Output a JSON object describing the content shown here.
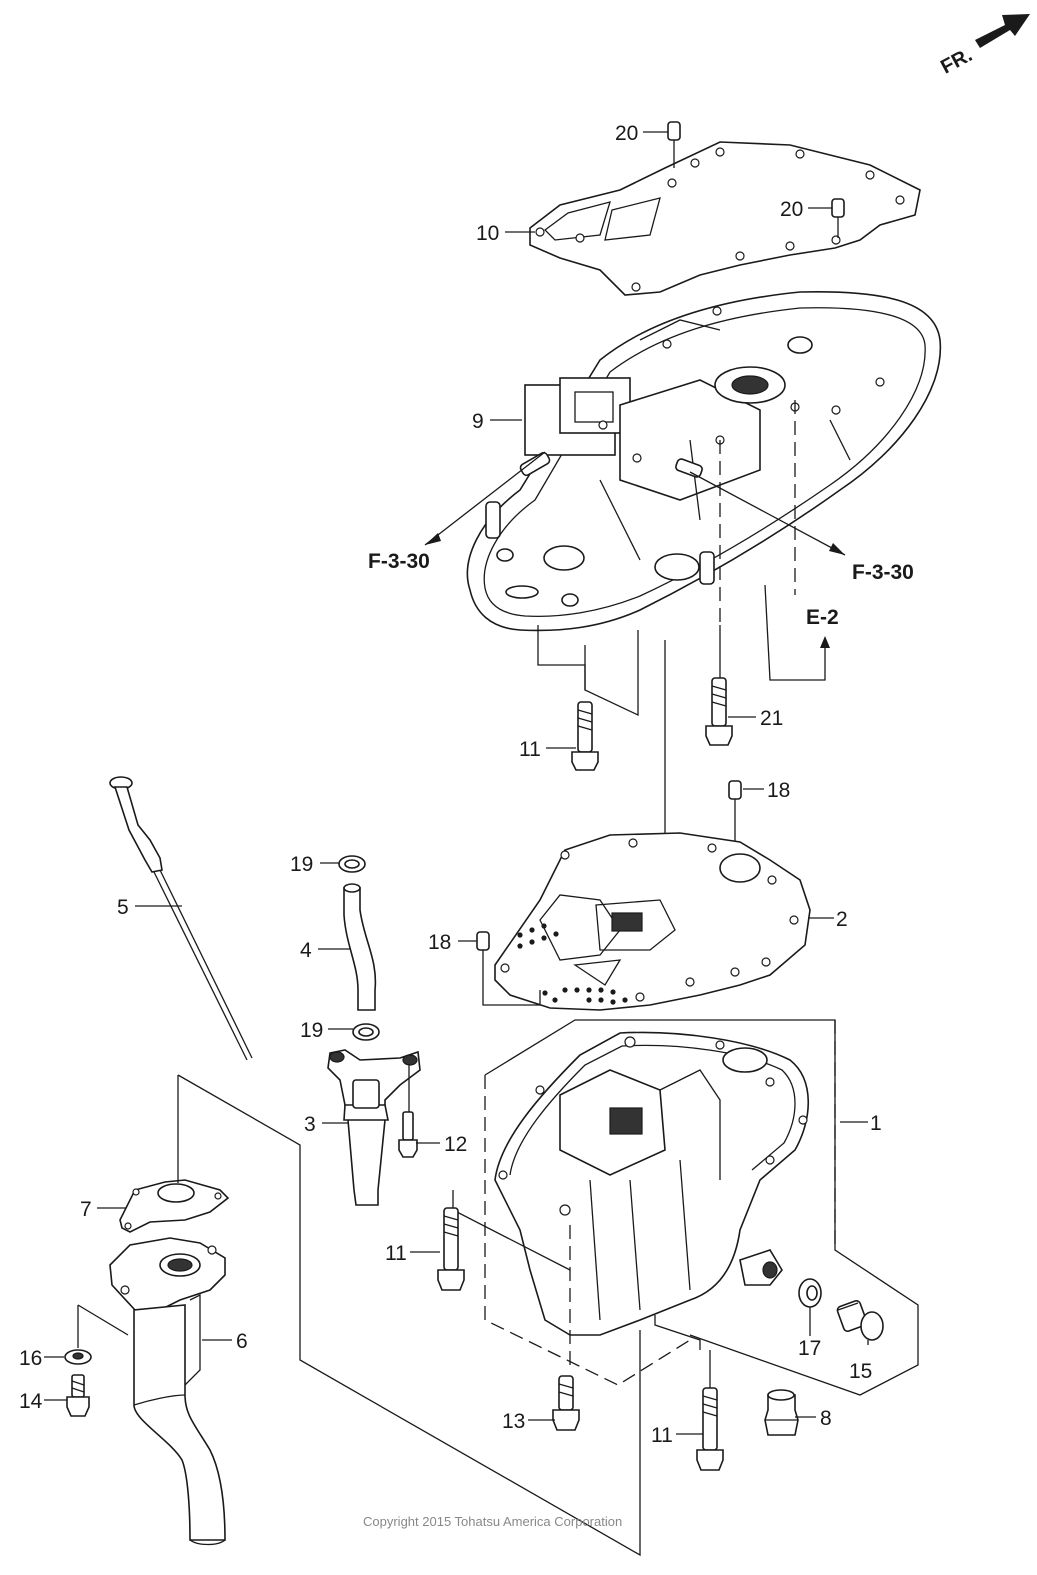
{
  "direction_label": "FR.",
  "references": {
    "f330_left": "F-3-30",
    "f330_right": "F-3-30",
    "e2": "E-2"
  },
  "callouts": {
    "c1": "1",
    "c2": "2",
    "c3": "3",
    "c4": "4",
    "c5": "5",
    "c6": "6",
    "c7": "7",
    "c8": "8",
    "c9": "9",
    "c10": "10",
    "c11a": "11",
    "c11b": "11",
    "c11c": "11",
    "c12": "12",
    "c13": "13",
    "c14": "14",
    "c15": "15",
    "c16": "16",
    "c17": "17",
    "c18a": "18",
    "c18b": "18",
    "c19a": "19",
    "c19b": "19",
    "c20a": "20",
    "c20b": "20",
    "c21": "21"
  },
  "copyright": "Copyright 2015 Tohatsu America Corporation",
  "colors": {
    "line": "#1a1a1a",
    "copyright": "#888888",
    "background": "#ffffff"
  }
}
